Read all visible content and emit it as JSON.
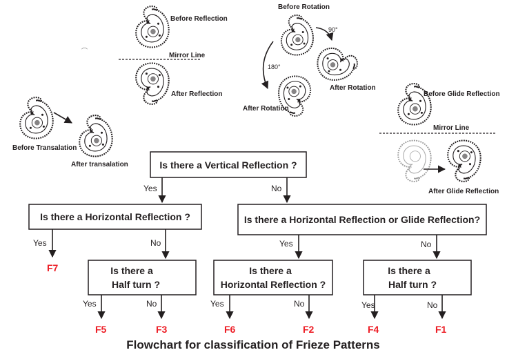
{
  "colors": {
    "result": "#ed1c24",
    "ink": "#231f20"
  },
  "icons": {
    "paisley": "paisley-motif-icon"
  },
  "illustrations": {
    "reflection": {
      "before": "Before Reflection",
      "mirror": "Mirror Line",
      "after": "After Reflection"
    },
    "rotation": {
      "before": "Before Rotation",
      "angle_small": "90°",
      "angle_large": "180°",
      "after_small": "After Rotation",
      "after_large": "After Rotation"
    },
    "translation": {
      "before": "Before Transalation",
      "after": "After transalation"
    },
    "glide": {
      "before": "Before Glide Reflection",
      "mirror": "Mirror Line",
      "after": "After Glide Reflection"
    }
  },
  "flowchart": {
    "q_vertical": "Is there a Vertical Reflection ?",
    "yes_root": "Yes",
    "no_root": "No",
    "q_horizontal": "Is there a Horizontal Reflection ?",
    "q_hor_glide": "Is there a Horizontal Reflection or Glide Reflection?",
    "yes_l": "Yes",
    "no_l": "No",
    "yes_r": "Yes",
    "no_r": "No",
    "q_half_a_1": "Is there a",
    "q_half_a_2": "Half turn ?",
    "q_hor2_1": "Is there a",
    "q_hor2_2": "Horizontal Reflection ?",
    "q_half_b_1": "Is there a",
    "q_half_b_2": "Half turn ?",
    "yes_1": "Yes",
    "no_1": "No",
    "yes_2": "Yes",
    "no_2": "No",
    "yes_3": "Yes",
    "no_3": "No",
    "results": {
      "f7": "F7",
      "f5": "F5",
      "f3": "F3",
      "f6": "F6",
      "f2": "F2",
      "f4": "F4",
      "f1": "F1"
    }
  },
  "title": "Flowchart for classification of Frieze Patterns"
}
